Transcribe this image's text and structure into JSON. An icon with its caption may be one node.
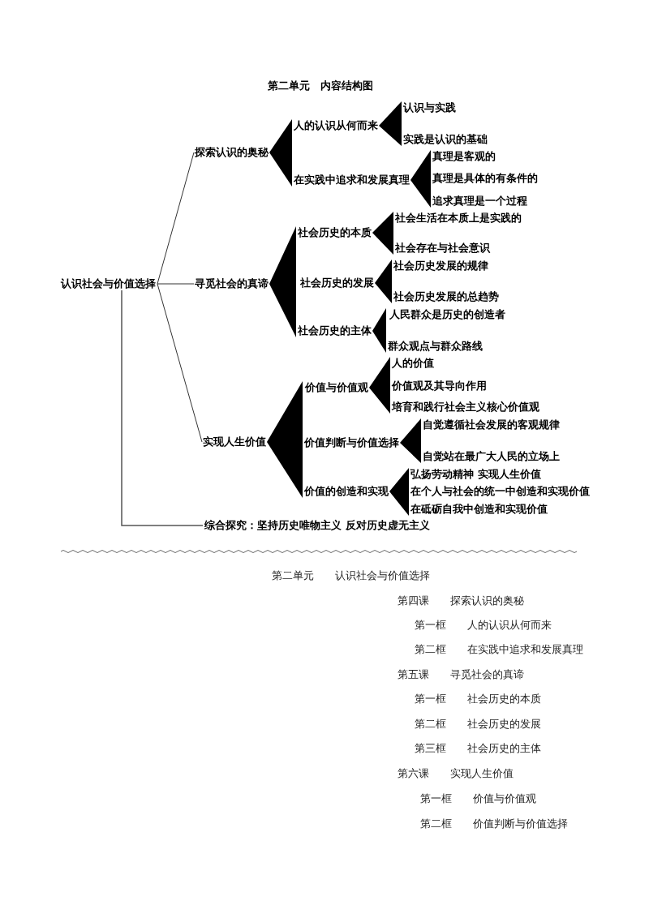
{
  "diagram": {
    "title": "第二单元　内容结构图",
    "nodes": [
      {
        "text": [
          "认识社会与价值选择"
        ]
      },
      {
        "text": [
          "探索认识的奥秘"
        ]
      },
      {
        "text": [
          "人的认识从何而来"
        ]
      },
      {
        "text": [
          "认识与实践"
        ]
      },
      {
        "text": [
          "实践是认识的基础"
        ]
      },
      {
        "text": [
          "在实践中追求和发展真理"
        ]
      },
      {
        "text": [
          "真理是客观的"
        ]
      },
      {
        "text": [
          "真理是具体的有条件的"
        ]
      },
      {
        "text": [
          "追求真理是一个过程"
        ]
      },
      {
        "text": [
          "寻觅社会的真谛"
        ]
      },
      {
        "text": [
          "社会历史的本质"
        ]
      },
      {
        "text": [
          "社会生活在本质上是实践的"
        ]
      },
      {
        "text": [
          "社会存在与社会意识"
        ]
      },
      {
        "text": [
          "社会历史的发展"
        ]
      },
      {
        "text": [
          "社会历史发展的规律"
        ]
      },
      {
        "text": [
          "社会历史发展的总趋势"
        ]
      },
      {
        "text": [
          "社会历史的主体"
        ]
      },
      {
        "text": [
          "人民群众是历史的创造者"
        ]
      },
      {
        "text": [
          "群众观点与群众路线"
        ]
      },
      {
        "text": [
          "实现人生价值"
        ]
      },
      {
        "text": [
          "价值与价值观"
        ]
      },
      {
        "text": [
          "人的价值"
        ]
      },
      {
        "text": [
          "价值观及其导向作用"
        ]
      },
      {
        "text": [
          "培育和践行社会主义核心价值观"
        ]
      },
      {
        "text": [
          "价值判断与价值选择"
        ]
      },
      {
        "text": [
          "自觉遵循社会发展的客观规律"
        ]
      },
      {
        "text": [
          "自觉站在最广大人民的立场上"
        ]
      },
      {
        "text": [
          "价值的创造和实现"
        ]
      },
      {
        "text": [
          "弘扬劳动精神 实现人生价值"
        ]
      },
      {
        "text": [
          "在个人与社会的统一中创造和实现价值"
        ]
      },
      {
        "text": [
          "在砥砺自我中创造和实现价值"
        ]
      },
      {
        "text": [
          "综合探究：坚持历史唯物主义 反对历史虚无主义"
        ]
      }
    ],
    "edges": [
      {
        "from": 0,
        "to": 1,
        "arrow": "none"
      },
      {
        "from": 0,
        "to": 9,
        "arrow": "none"
      },
      {
        "from": 0,
        "to": 19,
        "arrow": "none"
      },
      {
        "from": 0,
        "to": 31,
        "arrow": "none"
      },
      {
        "from": 1,
        "to": 2,
        "arrow": "none"
      },
      {
        "from": 1,
        "to": 5,
        "arrow": "none"
      },
      {
        "from": 2,
        "to": 3,
        "arrow": "none"
      },
      {
        "from": 2,
        "to": 4,
        "arrow": "none"
      },
      {
        "from": 5,
        "to": 6,
        "arrow": "none"
      },
      {
        "from": 5,
        "to": 7,
        "arrow": "none"
      },
      {
        "from": 5,
        "to": 8,
        "arrow": "none"
      },
      {
        "from": 9,
        "to": 10,
        "arrow": "none"
      },
      {
        "from": 9,
        "to": 13,
        "arrow": "none"
      },
      {
        "from": 9,
        "to": 16,
        "arrow": "none"
      },
      {
        "from": 10,
        "to": 11,
        "arrow": "none"
      },
      {
        "from": 10,
        "to": 12,
        "arrow": "none"
      },
      {
        "from": 13,
        "to": 14,
        "arrow": "none"
      },
      {
        "from": 13,
        "to": 15,
        "arrow": "none"
      },
      {
        "from": 16,
        "to": 17,
        "arrow": "none"
      },
      {
        "from": 16,
        "to": 18,
        "arrow": "none"
      },
      {
        "from": 19,
        "to": 20,
        "arrow": "none"
      },
      {
        "from": 19,
        "to": 24,
        "arrow": "none"
      },
      {
        "from": 19,
        "to": 27,
        "arrow": "none"
      },
      {
        "from": 20,
        "to": 21,
        "arrow": "none"
      },
      {
        "from": 20,
        "to": 22,
        "arrow": "none"
      },
      {
        "from": 20,
        "to": 23,
        "arrow": "none"
      },
      {
        "from": 24,
        "to": 25,
        "arrow": "none"
      },
      {
        "from": 24,
        "to": 26,
        "arrow": "none"
      },
      {
        "from": 27,
        "to": 28,
        "arrow": "none"
      },
      {
        "from": 27,
        "to": 29,
        "arrow": "none"
      },
      {
        "from": 27,
        "to": 30,
        "arrow": "none"
      }
    ],
    "labels": [
      "第二单元　　认识社会与价值选择",
      "第四课　　探索认识的奥秘",
      "第一框　　人的认识从何而来",
      "第二框　　在实践中追求和发展真理",
      "第五课　　寻觅社会的真谛",
      "第一框　　社会历史的本质",
      "第二框　　社会历史的发展",
      "第三框　　社会历史的主体",
      "第六课　　实现人生价值",
      "第一框　　价值与价值观",
      "第二框　　价值判断与价值选择"
    ]
  }
}
